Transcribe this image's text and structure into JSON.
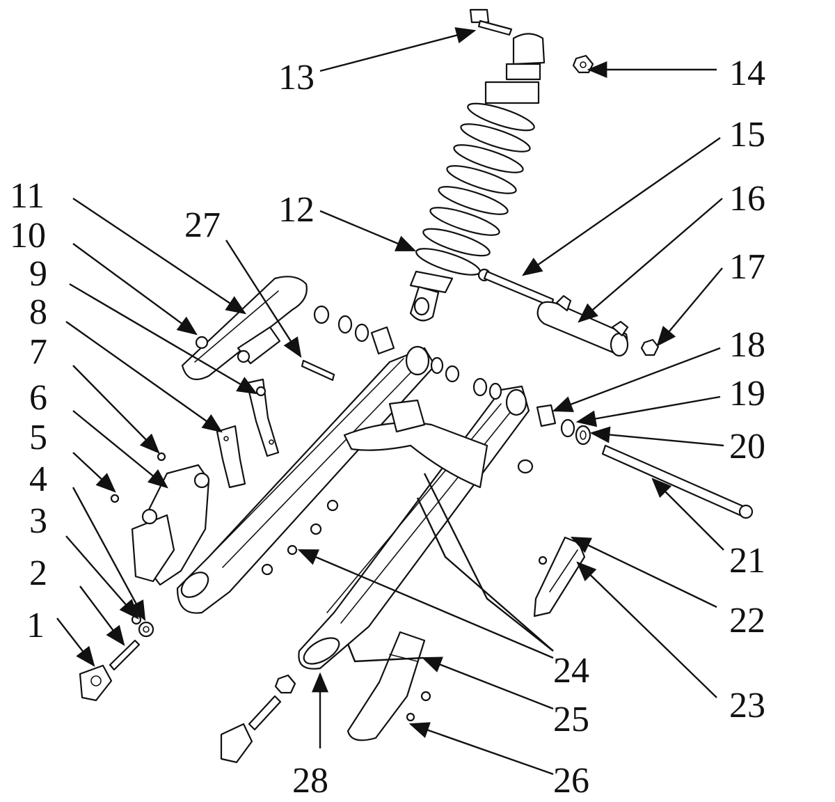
{
  "diagram": {
    "type": "exploded-parts-view",
    "callouts": [
      {
        "id": "1",
        "label": "1"
      },
      {
        "id": "2",
        "label": "2"
      },
      {
        "id": "3",
        "label": "3"
      },
      {
        "id": "4",
        "label": "4"
      },
      {
        "id": "5",
        "label": "5"
      },
      {
        "id": "6",
        "label": "6"
      },
      {
        "id": "7",
        "label": "7"
      },
      {
        "id": "8",
        "label": "8"
      },
      {
        "id": "9",
        "label": "9"
      },
      {
        "id": "10",
        "label": "10"
      },
      {
        "id": "11",
        "label": "11"
      },
      {
        "id": "12",
        "label": "12"
      },
      {
        "id": "13",
        "label": "13"
      },
      {
        "id": "14",
        "label": "14"
      },
      {
        "id": "15",
        "label": "15"
      },
      {
        "id": "16",
        "label": "16"
      },
      {
        "id": "17",
        "label": "17"
      },
      {
        "id": "18",
        "label": "18"
      },
      {
        "id": "19",
        "label": "19"
      },
      {
        "id": "20",
        "label": "20"
      },
      {
        "id": "21",
        "label": "21"
      },
      {
        "id": "22",
        "label": "22"
      },
      {
        "id": "23",
        "label": "23"
      },
      {
        "id": "24",
        "label": "24"
      },
      {
        "id": "25",
        "label": "25"
      },
      {
        "id": "26",
        "label": "26"
      },
      {
        "id": "27",
        "label": "27"
      },
      {
        "id": "28",
        "label": "28"
      }
    ],
    "colors": {
      "line": "#111111",
      "background": "#ffffff"
    }
  }
}
